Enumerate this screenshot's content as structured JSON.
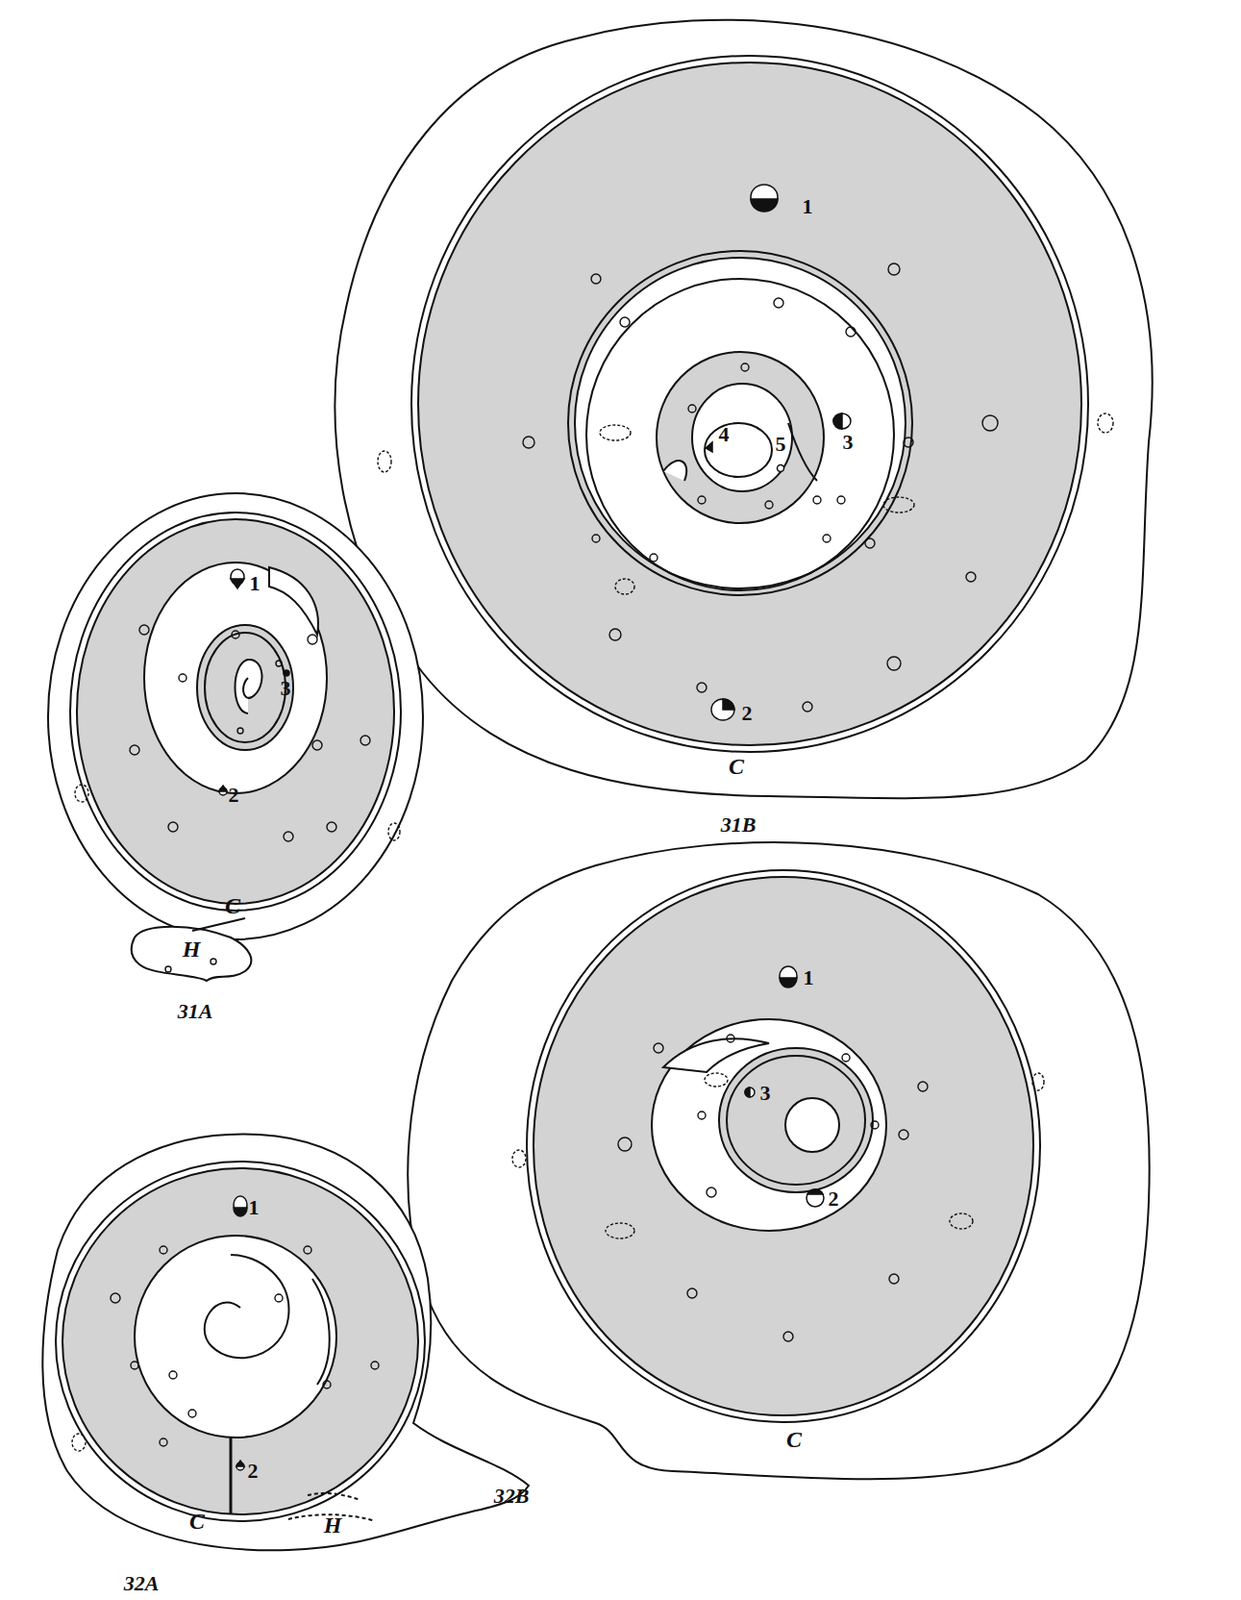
{
  "diagram": {
    "labels": [
      "1",
      "4",
      "5",
      "3",
      "2",
      "C",
      "31B",
      "1",
      "3",
      "2",
      "C",
      "H",
      "31A",
      "1",
      "3",
      "2",
      "C",
      "32B",
      "1",
      "2",
      "C",
      "H",
      "32A"
    ]
  }
}
